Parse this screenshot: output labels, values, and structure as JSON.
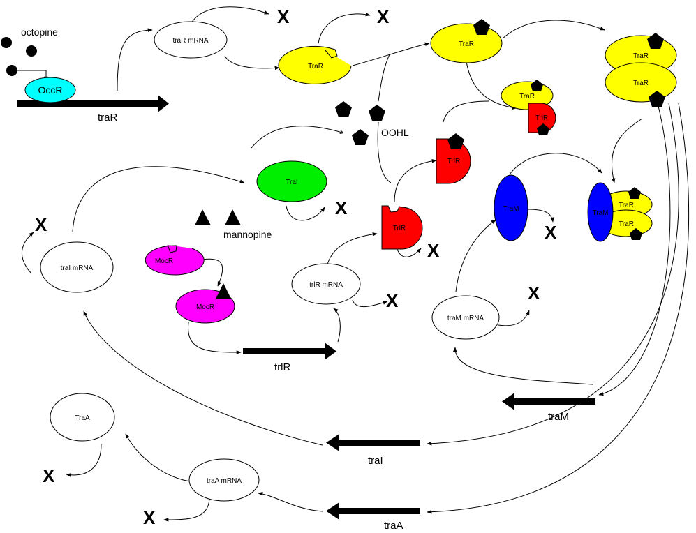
{
  "signals": {
    "octopine": "octopine",
    "mannopine": "mannopine",
    "oohl": "OOHL"
  },
  "genes": {
    "traR": "traR",
    "trlR": "trlR",
    "traM": "traM",
    "traI": "traI",
    "traA": "traA"
  },
  "mrnas": {
    "traR": "traR mRNA",
    "traI": "traI mRNA",
    "trlR": "trlR mRNA",
    "traM": "traM mRNA",
    "traA": "traA mRNA"
  },
  "proteins": {
    "occR": "OccR",
    "traR": "TraR",
    "traI": "TraI",
    "trlR": "TrlR",
    "mocR": "MocR",
    "traM": "TraM",
    "traA": "TraA"
  },
  "degradation_mark": "X",
  "colors": {
    "traR": "#ffff00",
    "trlR": "#ff0000",
    "traI": "#00ee00",
    "mocR": "#ff00ff",
    "traM": "#0000ff",
    "occR": "#00ffff"
  }
}
